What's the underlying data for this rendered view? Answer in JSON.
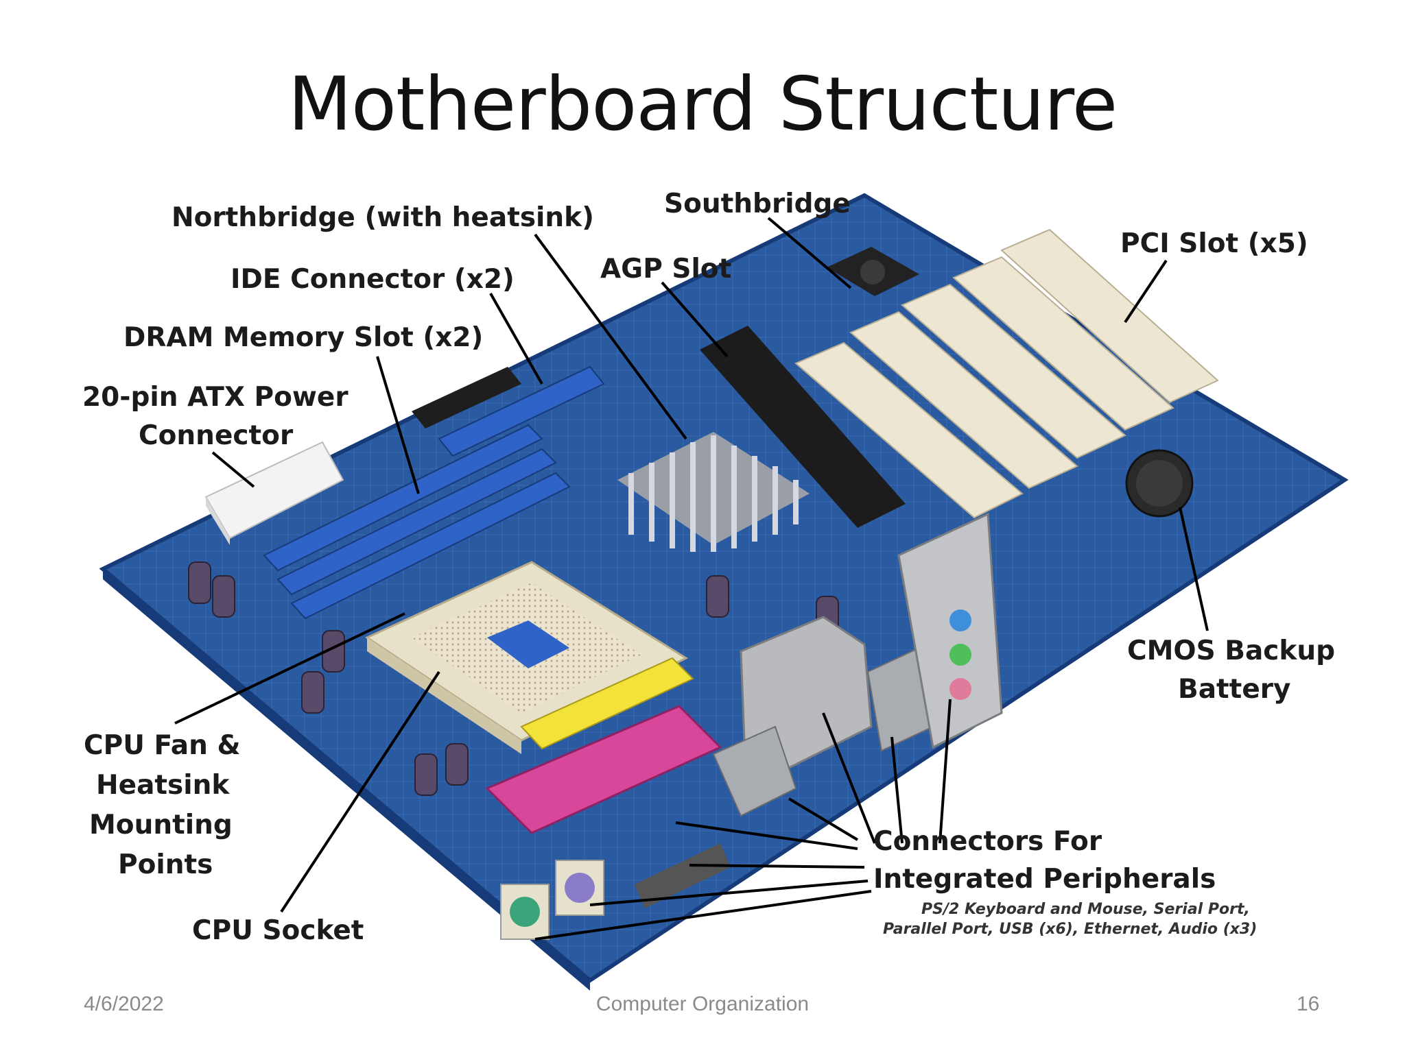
{
  "slide": {
    "title": "Motherboard Structure",
    "footer": {
      "date": "4/6/2022",
      "center": "Computer Organization",
      "page": "16"
    }
  },
  "labels": {
    "northbridge": "Northbridge (with heatsink)",
    "southbridge": "Southbridge",
    "agp": "AGP Slot",
    "ide": "IDE Connector (x2)",
    "dram": "DRAM Memory Slot (x2)",
    "atx_line1": "20-pin ATX Power",
    "atx_line2": "Connector",
    "pci": "PCI Slot (x5)",
    "cmos_line1": "CMOS Backup",
    "cmos_line2": "Battery",
    "cpufan_line1": "CPU Fan &",
    "cpufan_line2": "Heatsink",
    "cpufan_line3": "Mounting",
    "cpufan_line4": "Points",
    "cpu_socket": "CPU Socket",
    "connectors_line1": "Connectors For",
    "connectors_line2": "Integrated Peripherals",
    "connectors_sub1": "PS/2 Keyboard and Mouse, Serial Port,",
    "connectors_sub2": "Parallel Port, USB (x6), Ethernet, Audio (x3)"
  },
  "colors": {
    "board": "#2a5aa0",
    "board_dark": "#163b78",
    "slot_cream": "#ece6d2",
    "dram_blue": "#2f63c8"
  }
}
